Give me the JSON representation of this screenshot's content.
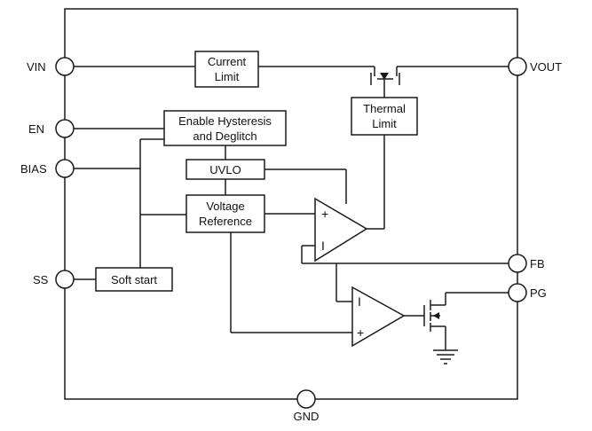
{
  "pins": {
    "vin": "VIN",
    "en": "EN",
    "bias": "BIAS",
    "ss": "SS",
    "vout": "VOUT",
    "fb": "FB",
    "pg": "PG",
    "gnd": "GND"
  },
  "blocks": {
    "current_limit": [
      "Current",
      "Limit"
    ],
    "thermal_limit": [
      "Thermal",
      "Limit"
    ],
    "enable": [
      "Enable Hysteresis",
      "and Deglitch"
    ],
    "uvlo": "UVLO",
    "vref": [
      "Voltage",
      "Reference"
    ],
    "soft_start": "Soft start"
  },
  "amp_signs": {
    "plus": "+",
    "minus": "I"
  }
}
